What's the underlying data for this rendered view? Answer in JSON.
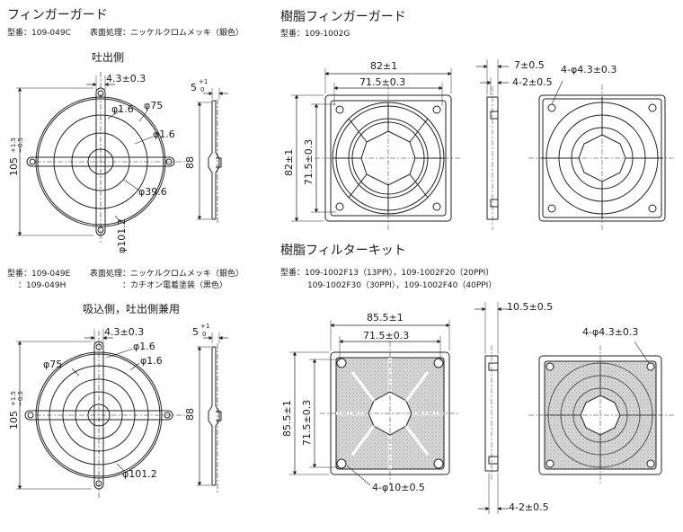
{
  "top_left": {
    "title": "フィンガーガード",
    "model_label": "型番：109-049C",
    "surface_label": "表面処理：ニッケルクロムメッキ（銀色）",
    "side_label": "吐出側",
    "dims": {
      "hole": "4.3±0.3",
      "d16a": "φ1.6",
      "d75": "φ75",
      "d16b": "φ1.6",
      "d396": "φ39.6",
      "d1012": "φ101.2",
      "height105": "105",
      "tol_plus": "+1.5",
      "tol_minus": "−0.5",
      "side5": "5",
      "side5_tol_plus": "+1",
      "side5_tol_minus": "0",
      "side88": "88"
    }
  },
  "bottom_left": {
    "model_label": "型番：109-049E",
    "model_label2": "：109-049H",
    "surface_label": "表面処理：ニッケルクロムメッキ（銀色）",
    "surface_label2": "：カチオン電着塗装（黒色）",
    "side_label": "吸込側，吐出側兼用",
    "dims": {
      "hole": "4.3±0.3",
      "d16a": "φ1.6",
      "d75": "φ75",
      "d16b": "φ1.6",
      "d1012": "φ101.2",
      "height105": "105",
      "tol_plus": "+1.5",
      "tol_minus": "−0.5",
      "side5": "5",
      "side5_tol_plus": "+1",
      "side5_tol_minus": "0",
      "side88": "88"
    }
  },
  "top_right": {
    "title": "樹脂フィンガーガード",
    "model_label": "型番：109-1002G",
    "dims": {
      "w82": "82±1",
      "w715": "71.5±0.3",
      "h82": "82±1",
      "h715": "71.5±0.3",
      "t7": "7±0.5",
      "t4_2": "4-2±0.5",
      "holes": "4-φ4.3±0.3"
    }
  },
  "bottom_right": {
    "title": "樹脂フィルターキット",
    "model_label": "型番：109-1002F13（13PPI），109-1002F20（20PPI）",
    "model_label2": "109-1002F30（30PPI），109-1002F40（40PPI）",
    "dims": {
      "w855": "85.5±1",
      "w715": "71.5±0.3",
      "h855": "85.5±1",
      "h715": "71.5±0.3",
      "t105": "10.5±0.5",
      "holes": "4-φ4.3±0.3",
      "holes10": "4-φ10±0.5",
      "t4_2": "4-2±0.5"
    }
  }
}
